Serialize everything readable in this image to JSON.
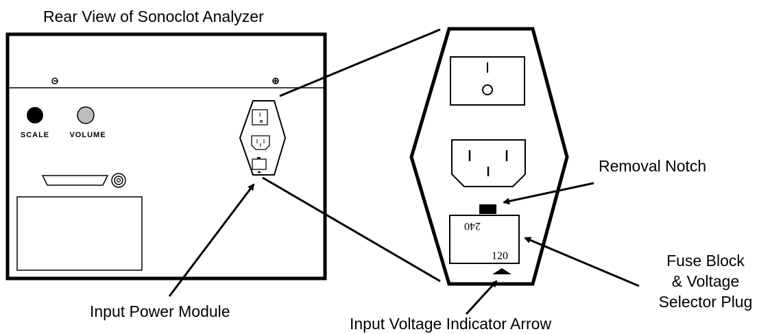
{
  "title": "Rear View of  Sonoclot Analyzer",
  "panel": {
    "scale_label": "SCALE",
    "volume_label": "VOLUME"
  },
  "fuse": {
    "upper_value": "240",
    "lower_value": "120"
  },
  "labels": {
    "removal_notch": "Removal Notch",
    "fuse_block_line1": "Fuse Block",
    "fuse_block_line2": "& Voltage",
    "fuse_block_line3": "Selector Plug",
    "input_power_module": "Input Power Module",
    "input_voltage_arrow": "Input Voltage Indicator Arrow"
  }
}
